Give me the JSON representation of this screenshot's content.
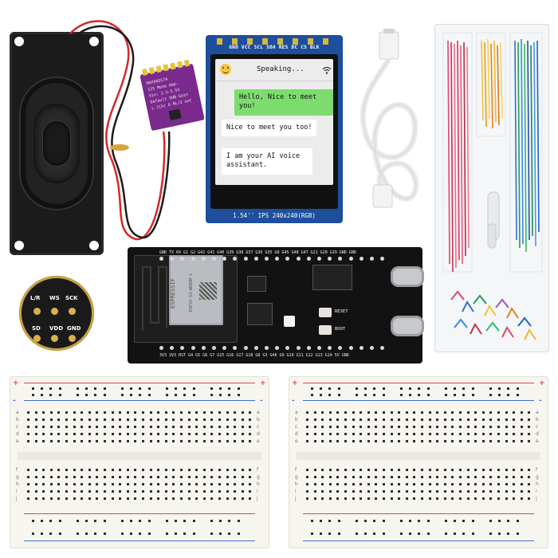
{
  "image": {
    "description_type": "product kit photo",
    "background_color": "#ffffff"
  },
  "lcd": {
    "pin_labels": "GND VCC SCL SDA RES DC  CS BLK",
    "status_text": "Speaking...",
    "bubble_1": "Hello, Nice to meet you!",
    "bubble_2": "Nice to meet you too!",
    "bubble_3": "I am your AI voice assistant.",
    "bottom_label": "1.54'' IPS 240x240(RGB)",
    "bubble_1_color": "#7ddc6e"
  },
  "amp": {
    "line1": "MAX98357A",
    "line2": "I2S Mono Amp.",
    "line3": "Vin: 2.5-5.5V",
    "line4": "Default 9dB Gain",
    "line5": "L (Ch) 6 RL/2 out"
  },
  "esp": {
    "top_pins": "GND TX  RX  G1  G2  G42 G41 G40 G39 G38 G37 G36 G35 G0  G45 G48 G47 G21 G20 G19 GND GND",
    "bottom_pins": "3V3 3V3 RST G4  G5  G6  G7  G15 G16 G17 G18 G8  G3  G46 G9  G10 G11 G12 G13 G14 5V  GND",
    "module_brand": "ESPRESSIF",
    "module_model": "ESP32-S3-WROOM-1",
    "button_1": "RESET",
    "button_2": "BOOT"
  },
  "mic": {
    "labels": [
      "L/R",
      "WS",
      "SCK",
      "SD",
      "VDD",
      "GND"
    ]
  },
  "breadboard": {
    "row_letters_top": [
      "a",
      "b",
      "c",
      "d",
      "e"
    ],
    "row_letters_bottom": [
      "f",
      "g",
      "h",
      "i",
      "j"
    ],
    "plus": "+",
    "minus": "-"
  }
}
